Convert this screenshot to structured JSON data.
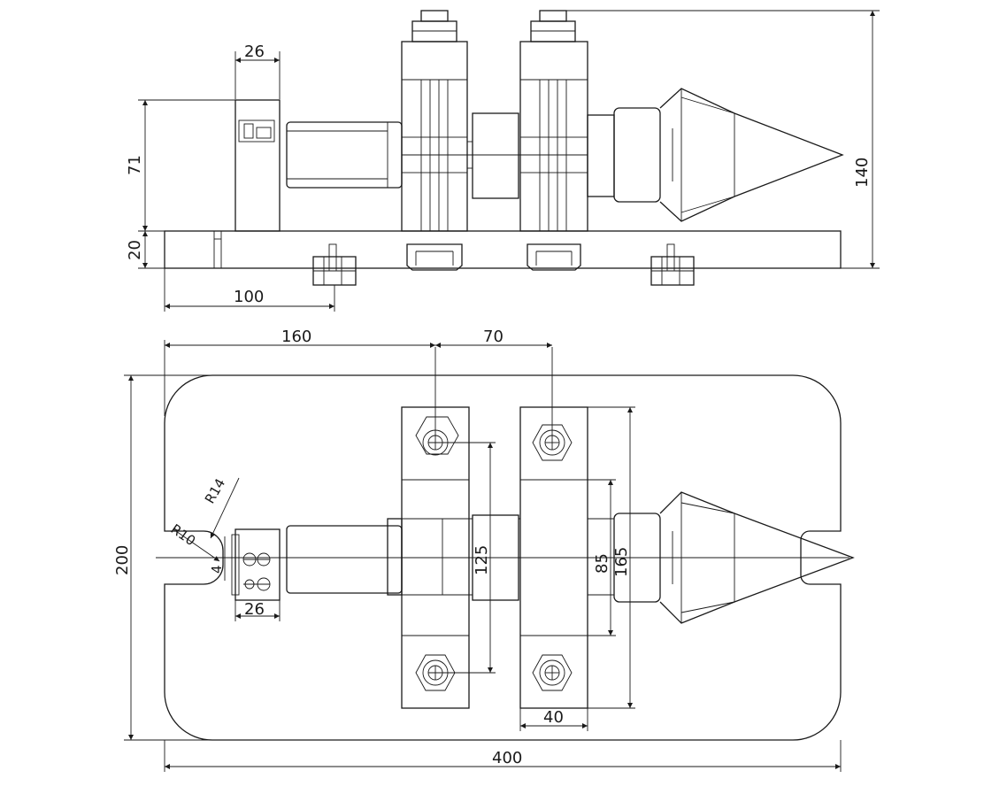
{
  "side_view": {
    "dims": {
      "block_width": "26",
      "block_height": "71",
      "base_thickness": "20",
      "offset_100": "100",
      "overall_height": "140"
    }
  },
  "top_view": {
    "dims": {
      "pos_160": "160",
      "pos_70": "70",
      "overall_width": "200",
      "overall_length": "400",
      "radius_14": "R14",
      "radius_10": "R10",
      "small_4": "4",
      "block_width": "26",
      "span_125": "125",
      "span_85": "85",
      "span_165": "165",
      "clamp_width": "40"
    }
  }
}
